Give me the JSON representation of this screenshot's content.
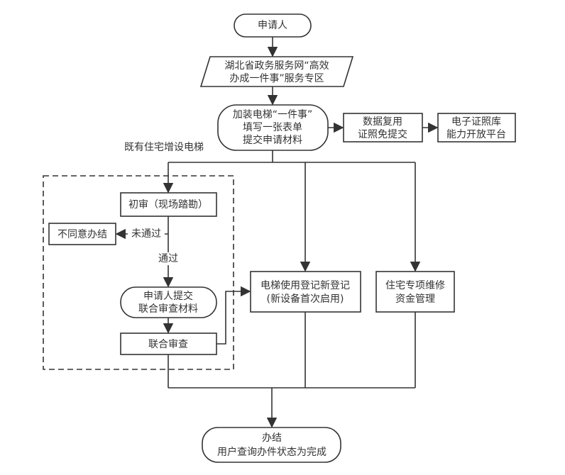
{
  "diagram": {
    "type": "flowchart",
    "nodes": {
      "applicant": {
        "shape": "terminal",
        "lines": [
          "申请人"
        ]
      },
      "portal": {
        "shape": "parallelogram",
        "lines": [
          "湖北省政务服务网“高效",
          "办成一件事”服务专区"
        ]
      },
      "submit": {
        "shape": "terminal",
        "lines": [
          "加装电梯“一件事”",
          "填写一张表单",
          "提交申请材料"
        ]
      },
      "data_reuse": {
        "shape": "process",
        "lines": [
          "数据复用",
          "证照免提交"
        ]
      },
      "e_license": {
        "shape": "process",
        "lines": [
          "电子证照库",
          "能力开放平台"
        ]
      },
      "initial_review": {
        "shape": "process",
        "lines": [
          "初审（现场踏勘）"
        ]
      },
      "reject": {
        "shape": "process",
        "lines": [
          "不同意办结"
        ]
      },
      "submit_joint": {
        "shape": "terminal",
        "lines": [
          "申请人提交",
          "联合审查材料"
        ]
      },
      "joint_review": {
        "shape": "process",
        "lines": [
          "联合审查"
        ]
      },
      "elevator_registration": {
        "shape": "process",
        "lines": [
          "电梯使用登记新登记",
          "(新设备首次启用)"
        ]
      },
      "maintenance_fund": {
        "shape": "process",
        "lines": [
          "住宅专项维修",
          "资金管理"
        ]
      },
      "complete": {
        "shape": "terminal",
        "lines": [
          "办结",
          "用户查询办件状态为完成"
        ]
      }
    },
    "group_label": "既有住宅增设电梯",
    "edge_labels": {
      "fail": "未通过",
      "pass": "通过"
    },
    "edges": [
      {
        "from": "applicant",
        "to": "portal"
      },
      {
        "from": "portal",
        "to": "submit"
      },
      {
        "from": "submit",
        "to": "data_reuse"
      },
      {
        "from": "data_reuse",
        "to": "e_license"
      },
      {
        "from": "submit",
        "to": "initial_review"
      },
      {
        "from": "submit",
        "to": "elevator_registration"
      },
      {
        "from": "submit",
        "to": "maintenance_fund"
      },
      {
        "from": "initial_review",
        "to": "reject",
        "label": "未通过"
      },
      {
        "from": "initial_review",
        "to": "submit_joint",
        "label": "通过"
      },
      {
        "from": "submit_joint",
        "to": "joint_review"
      },
      {
        "from": "joint_review",
        "to": "elevator_registration"
      },
      {
        "from": "joint_review",
        "to": "complete"
      },
      {
        "from": "elevator_registration",
        "to": "complete"
      },
      {
        "from": "maintenance_fund",
        "to": "complete"
      }
    ]
  }
}
